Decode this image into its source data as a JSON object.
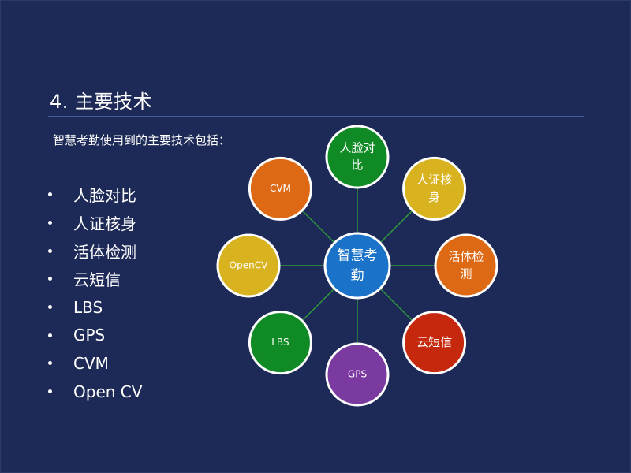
{
  "slide": {
    "title": "4. 主要技术",
    "intro": "智慧考勤使用到的主要技术包括：",
    "bullets": [
      "人脸对比",
      "人证核身",
      "活体检测",
      "云短信",
      "LBS",
      "GPS",
      "CVM",
      "Open CV"
    ]
  },
  "diagram": {
    "center": {
      "lines": [
        "智慧考",
        "勤"
      ],
      "color": "#1a73c9"
    },
    "nodes": [
      {
        "lines": [
          "人脸对",
          "比"
        ],
        "color": "#0f8a24"
      },
      {
        "lines": [
          "人证核",
          "身"
        ],
        "color": "#d9b31f"
      },
      {
        "lines": [
          "活体检",
          "测"
        ],
        "color": "#de6914"
      },
      {
        "lines": [
          "云短信"
        ],
        "color": "#c5280c"
      },
      {
        "lines": [
          "GPS"
        ],
        "color": "#7a3aa0"
      },
      {
        "lines": [
          "LBS"
        ],
        "color": "#0f8a24"
      },
      {
        "lines": [
          "OpenCV"
        ],
        "color": "#d9b31f"
      },
      {
        "lines": [
          "CVM"
        ],
        "color": "#de6914"
      }
    ],
    "connector_color": "#2f9a3c",
    "ring_color": "#ffffff"
  }
}
